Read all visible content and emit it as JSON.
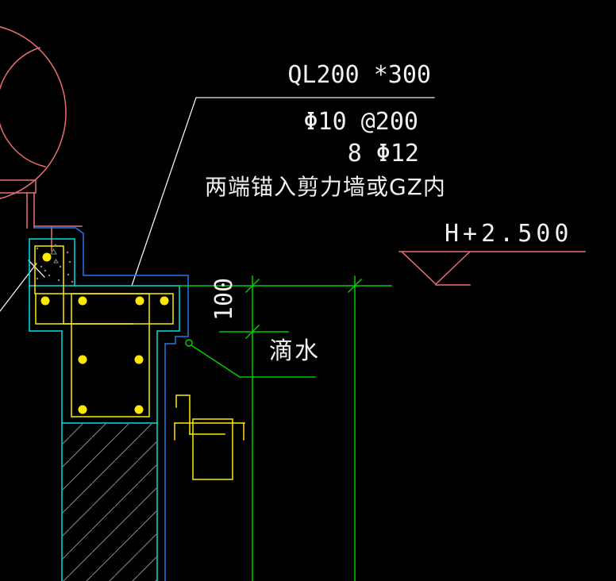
{
  "drawing": {
    "title": "lintel-beam-parapet-drip-detail",
    "labels": {
      "beam_size": "QL200 *300",
      "top_rebar": "Φ10 @200",
      "main_rebar": "8 Φ12",
      "anchor_note": "两端锚入剪力墙或GZ内",
      "elevation": "H+2.500",
      "dim_100": "100",
      "drip": "滴水"
    },
    "colors": {
      "background": "#000000",
      "outline_cyan": "#00e0e0",
      "finish_blue": "#2277ee",
      "rebar_yellow": "#ffe800",
      "dimension_green": "#00cc00",
      "detail_red": "#e87070",
      "text_white": "#f0f0f0",
      "hatch_gray": "#8a8a8a"
    }
  }
}
